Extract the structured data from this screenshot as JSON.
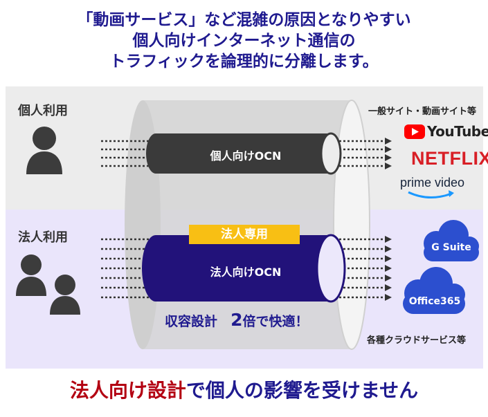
{
  "headline": {
    "line1": "「動画サービス」など混雑の原因となりやすい",
    "line2": "個人向けインターネット通信の",
    "line3": "トラフィックを論理的に分離します。"
  },
  "personal": {
    "label": "個人利用",
    "pipe_label": "個人向けOCN",
    "services_note": "一般サイト・動画サイト等",
    "services": [
      "YouTube",
      "NETFLIX",
      "prime video"
    ]
  },
  "corporate": {
    "label": "法人利用",
    "badge": "法人専用",
    "pipe_label": "法人向けOCN",
    "capacity_prefix": "収容設計",
    "capacity_number": "2",
    "capacity_suffix": "倍で快適！",
    "clouds": [
      "G Suite",
      "Office365"
    ],
    "clouds_note": "各種クラウドサービス等"
  },
  "bottom": {
    "emphasis": "法人向け設計",
    "rest": "で個人の影響を受けません"
  },
  "colors": {
    "navy": "#1f1a8f",
    "red": "#b30012",
    "badge_yellow": "#f8bf14",
    "personal_pipe": "#3a3a3a",
    "corporate_pipe": "#22127a",
    "cloud_blue": "#2c4fcf",
    "youtube_red": "#ff0000",
    "netflix_red": "#d81f26",
    "prime_blue": "#1a98ff"
  },
  "icons": [
    "person-icon",
    "two-persons-icon",
    "youtube-play-icon",
    "amazon-smile-icon",
    "cloud-icon"
  ]
}
